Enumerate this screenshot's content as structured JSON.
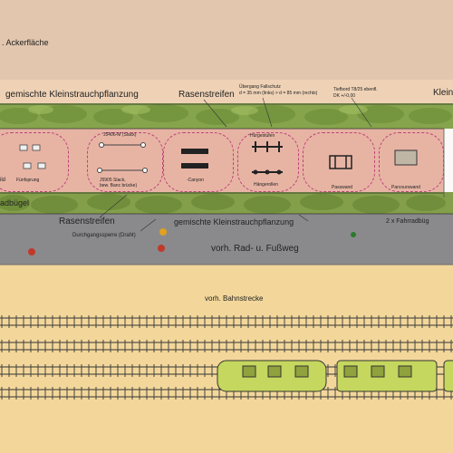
{
  "labels": {
    "field": ". Ackerfläche",
    "shrub_top": "gemischte Kleinstrauchpflanzung",
    "grass_top": "Rasenstreifen",
    "transition": "Übergang Fallschutz\nd = 35 mm (links) > d = 85 mm (rechts)",
    "curb": "Tiefbord T8/25 ebenfl.\nDK +/-0,00",
    "right_top": "Klein",
    "zone_left": "ild",
    "zone_fuenf": "Fünfsprung",
    "zone_j5406": "J5406-M (Slack)",
    "zone_j5905": "J5905 Slack,\nbew. Banc brücke)",
    "zone_canyon": "-Canyon",
    "zone_huerden": "Hürgestufen",
    "zone_hangel": "Hängerollen",
    "zone_passwand": "Passwand",
    "zone_parcours": "Parcourswand",
    "bike_left": "adbügel",
    "grass_bottom": "Rasenstreifen",
    "barrier": "Durchgangssperre (Draht)",
    "shrub_bottom": "gemischte Kleinstrauchpflanzung",
    "bike_right": "2 x Fahrradbüg",
    "path": "vorh. Rad- u. Fußweg",
    "rail": "vorh. Bahnstrecke"
  },
  "colors": {
    "field": "#e2c6ae",
    "shrub_band": "#f0d4b8",
    "hedge": "#7f9d46",
    "zones": "#eab3a2",
    "path": "#8a8a8c",
    "rail_area": "#f3d79a",
    "train": "#c5d75e"
  }
}
